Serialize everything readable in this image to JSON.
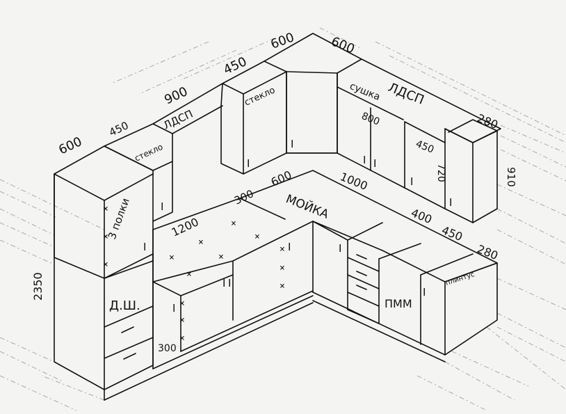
{
  "diagram": {
    "dimensions": {
      "top_600_left": "600",
      "top_450_left": "450",
      "top_900": "900",
      "top_450_mid": "450",
      "top_600_a": "600",
      "top_600_b": "600",
      "top_280": "280",
      "right_910": "910",
      "right_720": "720",
      "right_450": "450",
      "sushka_800": "800",
      "height_2350": "2350",
      "base_1200": "1200",
      "base_300_top": "300",
      "base_600": "600",
      "base_1000": "1000",
      "base_400": "400",
      "base_450": "450",
      "base_280": "280",
      "base_300_low": "300"
    },
    "labels": {
      "ldsp_left": "ЛДСП",
      "ldsp_right": "ЛДСП",
      "steklo_left": "стекло",
      "steklo_mid": "стекло",
      "sushka": "сушка",
      "moyka": "МОЙКА",
      "three_shelves": "3 полки",
      "dishwasher_left": "Д.Ш.",
      "pmm": "ПММ",
      "plintus": "плинтус"
    },
    "handle_mark": "I",
    "cross_mark": "×"
  }
}
